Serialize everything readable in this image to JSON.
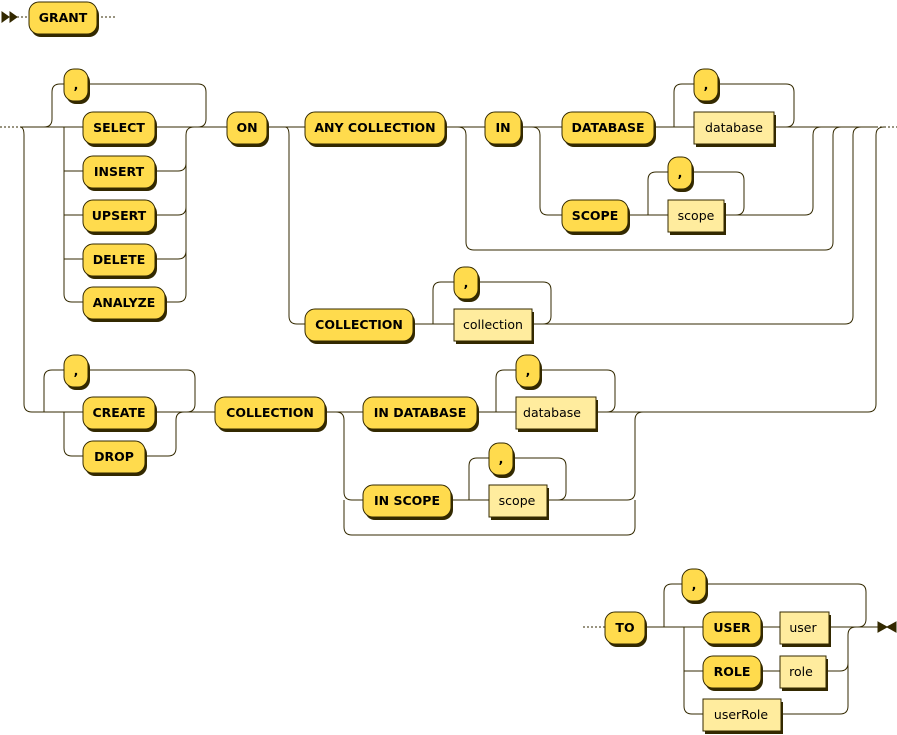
{
  "colors": {
    "keyword_fill": "#FFDB4D",
    "nonterminal_fill": "#FFEC9E",
    "stroke": "#332900"
  },
  "nodes": {
    "grant": "GRANT",
    "sep_privileges": ",",
    "select": "SELECT",
    "insert": "INSERT",
    "upsert": "UPSERT",
    "delete": "DELETE",
    "analyze": "ANALYZE",
    "on": "ON",
    "any_collection": "ANY COLLECTION",
    "in": "IN",
    "database": "DATABASE",
    "sep_database": ",",
    "database_ref": "database",
    "scope": "SCOPE",
    "sep_scope": ",",
    "scope_ref": "scope",
    "collection": "COLLECTION",
    "sep_collection": ",",
    "collection_ref": "collection",
    "sep_ddl": ",",
    "create": "CREATE",
    "drop": "DROP",
    "ddl_collection": "COLLECTION",
    "in_database": "IN DATABASE",
    "sep_ddl_database": ",",
    "ddl_database_ref": "database",
    "in_scope": "IN SCOPE",
    "sep_ddl_scope": ",",
    "ddl_scope_ref": "scope",
    "to": "TO",
    "sep_grantee": ",",
    "user": "USER",
    "user_ref": "user",
    "role": "ROLE",
    "role_ref": "role",
    "userrole_ref": "userRole"
  }
}
